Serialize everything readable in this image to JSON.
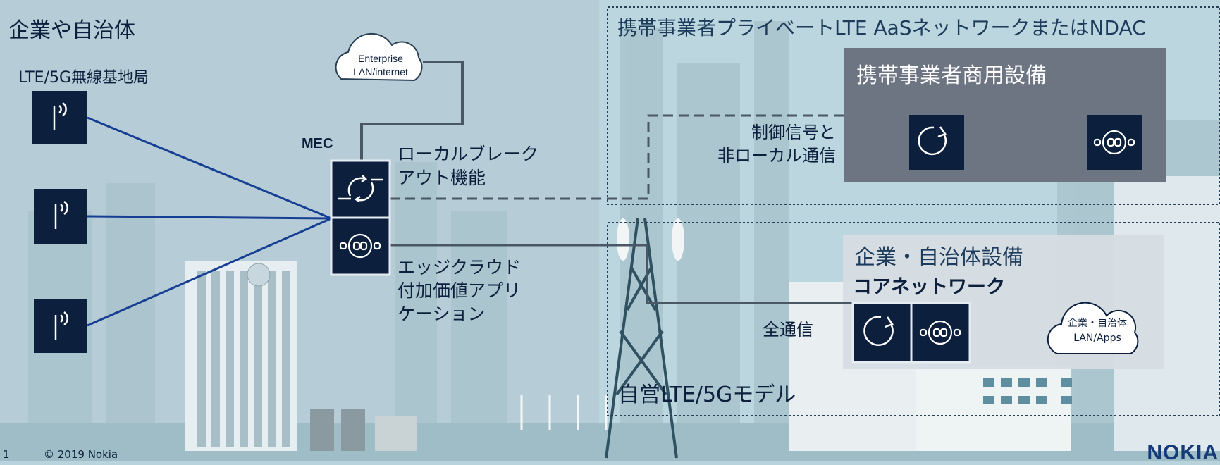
{
  "texts": {
    "enterprise_title": "企業や自治体",
    "base_station_label": "LTE/5G無線基地局",
    "mec_label": "MEC",
    "local_breakout_1": "ローカルブレーク",
    "local_breakout_2": "アウト機能",
    "edge_cloud_1": "エッジクラウド",
    "edge_cloud_2": "付加価値アプリ",
    "edge_cloud_3": "ケーション",
    "enterprise_cloud_1": "Enterprise",
    "enterprise_cloud_2": "LAN/internet",
    "carrier_network_title": "携帯事業者プライベートLTE AaSネットワークまたはNDAC",
    "carrier_equipment_title": "携帯事業者商用設備",
    "control_signal_1": "制御信号と",
    "control_signal_2": "非ローカル通信",
    "enterprise_equipment_title": "企業・自治体設備",
    "core_network_label": "コアネットワーク",
    "all_traffic_label": "全通信",
    "ent_cloud_1": "企業・自治体",
    "ent_cloud_2": "LAN/Apps",
    "private_model_title": "自営LTE/5Gモデル",
    "page_number": "1",
    "copyright": "© 2019 Nokia",
    "logo": "NOKIA"
  },
  "colors": {
    "navy": "#0c1f3d",
    "link_blue": "#163f93",
    "carrier_box": "#6d7582",
    "enterprise_box": "#d6dde3",
    "background": "#b9d3dc"
  },
  "icons": [
    "antenna-icon",
    "antenna-icon",
    "antenna-icon",
    "sync-icon",
    "router-icon",
    "refresh-icon",
    "router-icon"
  ]
}
